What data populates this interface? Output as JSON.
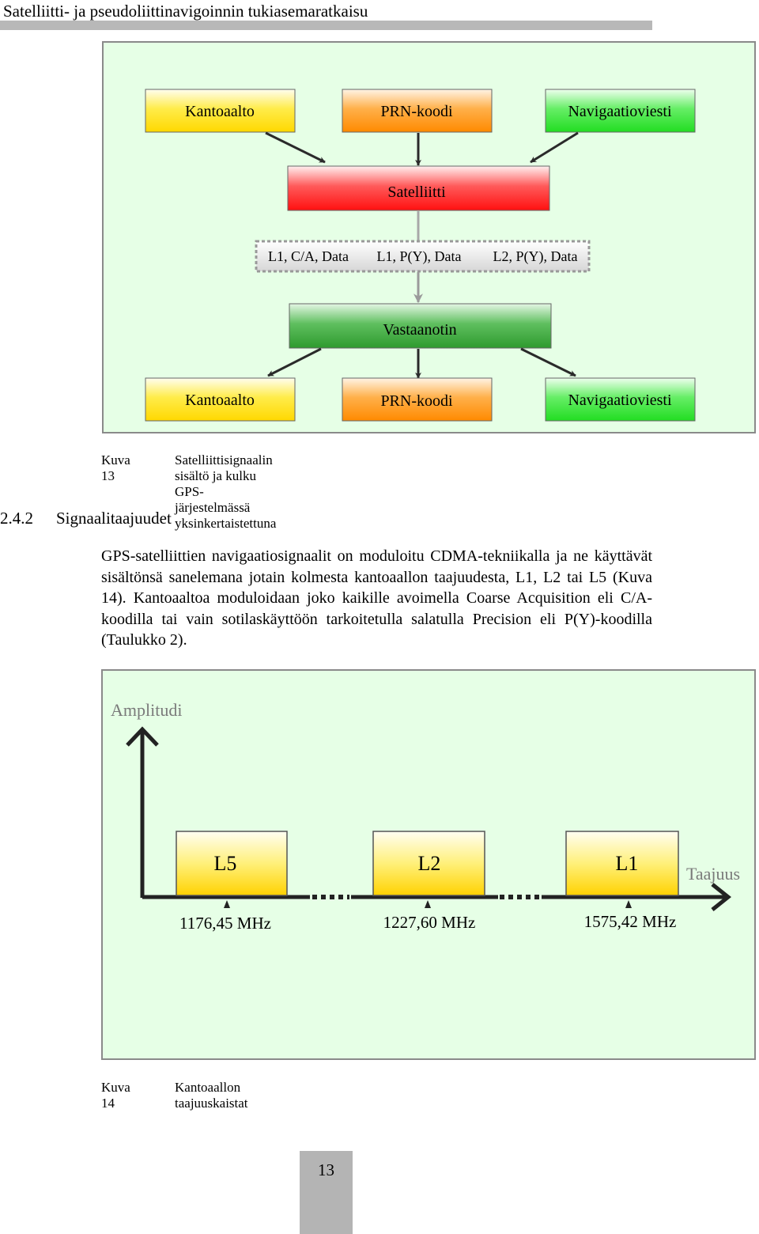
{
  "header": {
    "title": "Satelliitti- ja pseudoliittinavigoinnin tukiasemaratkaisu"
  },
  "figure13": {
    "inputs": [
      "Kantoaalto",
      "PRN-koodi",
      "Navigaatioviesti"
    ],
    "satellite": "Satelliitti",
    "signals": [
      "L1, C/A, Data",
      "L1, P(Y), Data",
      "L2, P(Y), Data"
    ],
    "receiver": "Vastaanotin",
    "outputs": [
      "Kantoaalto",
      "PRN-koodi",
      "Navigaatioviesti"
    ],
    "colors": {
      "yellow": "#ffe21a",
      "orange": "#ff9a1a",
      "green": "#44e844",
      "red": "#ff2a2a",
      "dark_green": "#3fa93f",
      "background": "#e6ffe6"
    }
  },
  "caption13": {
    "number": "Kuva 13",
    "text": "Satelliittisignaalin sisältö ja kulku GPS-järjestelmässä yksinkertaistettuna"
  },
  "section": {
    "number": "2.4.2",
    "title": "Signaalitaajuudet"
  },
  "paragraph": "GPS-satelliittien navigaatiosignaalit on moduloitu CDMA-tekniikalla ja ne käyttävät sisältönsä sanelemana jotain kolmesta kantoaallon taajuudesta, L1, L2 tai L5 (Kuva 14). Kantoaaltoa moduloidaan joko kaikille avoimella Coarse Acquisition eli C/A-koodilla tai vain sotilaskäyttöön tarkoitetulla salatulla Precision eli P(Y)-koodilla (Taulukko 2).",
  "figure14": {
    "y_axis_label": "Amplitudi",
    "x_axis_label": "Taajuus",
    "bands": [
      {
        "name": "L5",
        "frequency": "1176,45 MHz"
      },
      {
        "name": "L2",
        "frequency": "1227,60 MHz"
      },
      {
        "name": "L1",
        "frequency": "1575,42 MHz"
      }
    ]
  },
  "caption14": {
    "number": "Kuva 14",
    "text": "Kantoaallon taajuuskaistat"
  },
  "page_number": "13"
}
